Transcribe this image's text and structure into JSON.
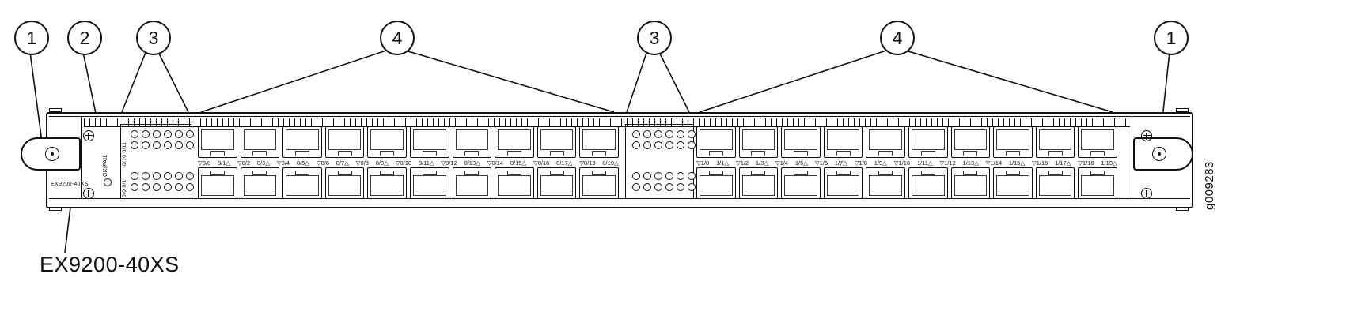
{
  "figure": {
    "title_label": "EX9200-40XS",
    "watermark": "g009283"
  },
  "callouts": {
    "c1_left": "1",
    "c2": "2",
    "c3_left": "3",
    "c4_left": "4",
    "c3_right": "3",
    "c4_right": "4",
    "c1_right": "1"
  },
  "panel": {
    "silkscreen_model": "EX9200-40XS",
    "okfail_label": "OK/FAIL",
    "led_block_left": {
      "top_label": "0/10 0/11",
      "bottom_label": "0/0 0/1"
    }
  },
  "ports": {
    "pic0_labels": [
      "▽0/0",
      "0/1△",
      "▽0/2",
      "0/3△",
      "▽0/4",
      "0/5△",
      "▽0/6",
      "0/7△",
      "▽0/8",
      "0/9△",
      "▽0/10",
      "0/11△",
      "▽0/12",
      "0/13△",
      "▽0/14",
      "0/15△",
      "▽0/16",
      "0/17△",
      "▽0/18",
      "0/19△"
    ],
    "pic1_labels": [
      "▽1/0",
      "1/1△",
      "▽1/2",
      "1/3△",
      "▽1/4",
      "1/5△",
      "▽1/6",
      "1/7△",
      "▽1/8",
      "1/9△",
      "▽1/10",
      "1/11△",
      "▽1/12",
      "1/13△",
      "▽1/14",
      "1/15△",
      "▽1/16",
      "1/17△",
      "▽1/18",
      "1/19△"
    ]
  }
}
